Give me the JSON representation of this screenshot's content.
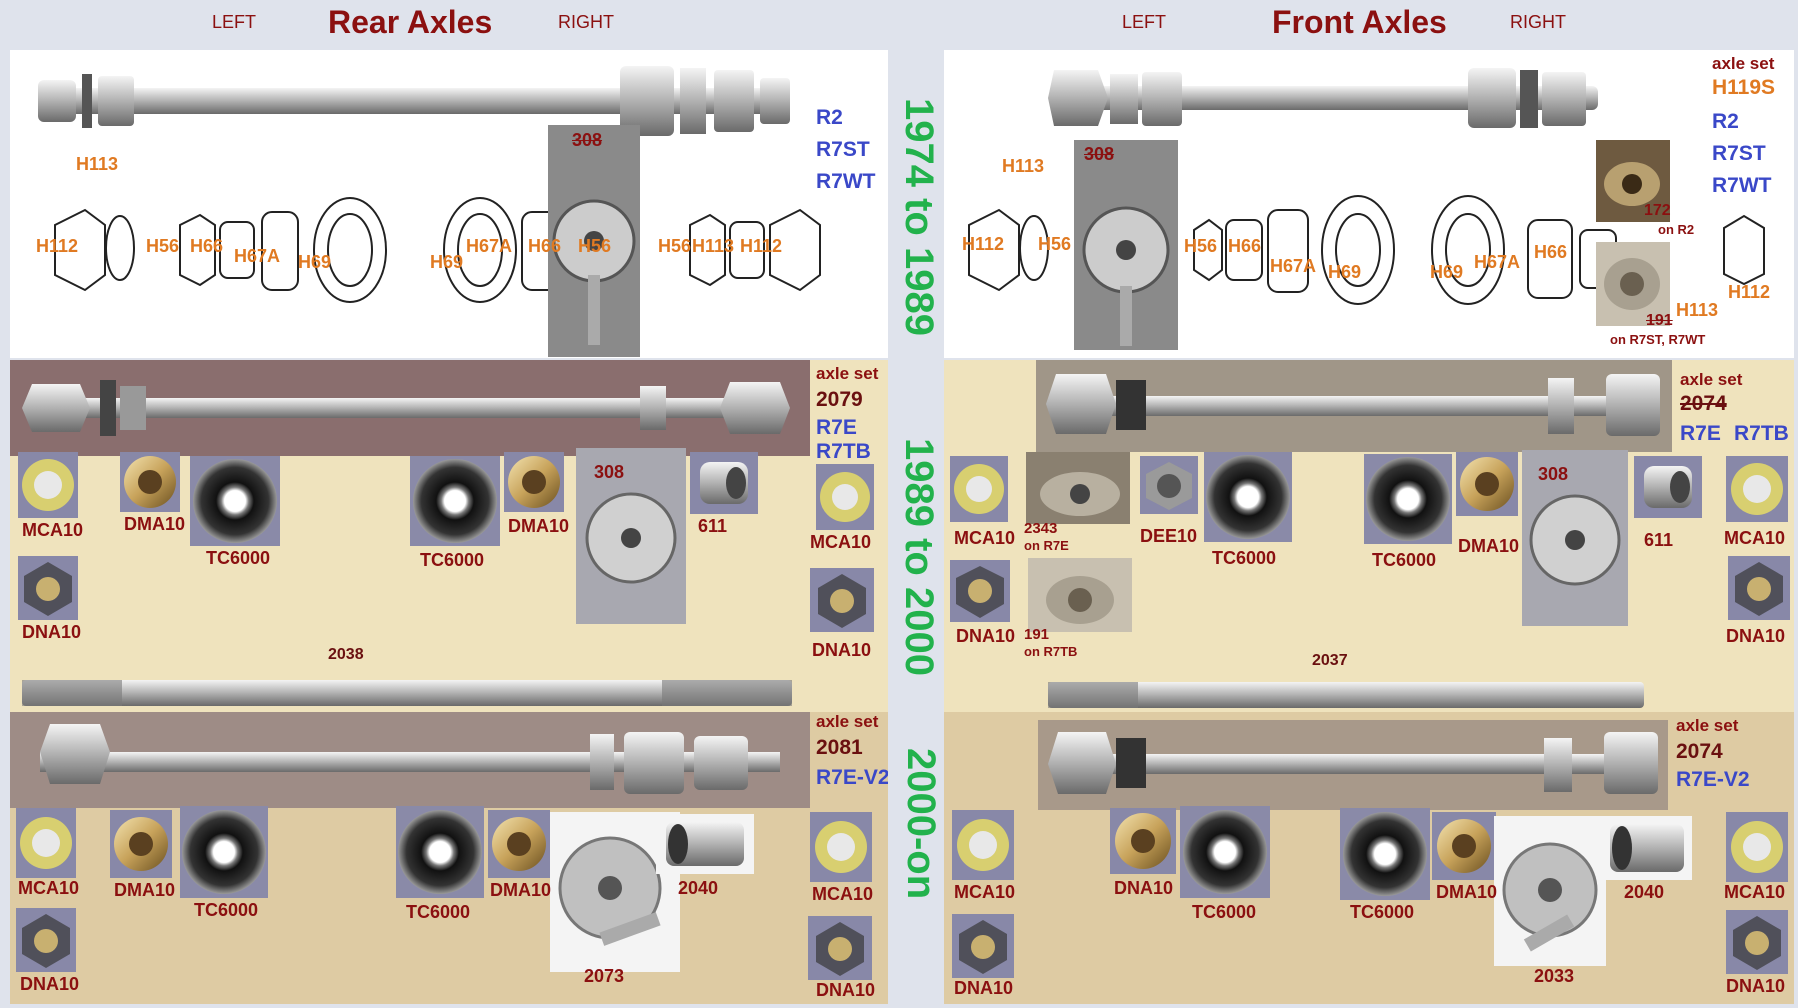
{
  "headers": {
    "rear": {
      "left": "LEFT",
      "title": "Rear Axles",
      "right": "RIGHT"
    },
    "front": {
      "left": "LEFT",
      "title": "Front Axles",
      "right": "RIGHT"
    }
  },
  "years": {
    "y1": "1974 to 1989",
    "y2": "1989 to 2000",
    "y3": "2000-on"
  },
  "rear": {
    "s1": {
      "models": [
        "R2",
        "R7ST",
        "R7WT"
      ],
      "parts": {
        "h113": "H113",
        "h112": "H112",
        "h56a": "H56",
        "h66a": "H66",
        "h67a1": "H67A",
        "h69a": "H69",
        "h69b": "H69",
        "h67a2": "H67A",
        "h66b": "H66",
        "h56b": "H56",
        "p308": "308",
        "h56c": "H56",
        "h113b": "H113",
        "h112b": "H112"
      }
    },
    "s2": {
      "axle_set_label": "axle set",
      "set": "2079",
      "models": [
        "R7E",
        "R7TB"
      ],
      "parts": {
        "mca1": "MCA10",
        "dma1": "DMA10",
        "tc1": "TC6000",
        "tc2": "TC6000",
        "dma2": "DMA10",
        "p308": "308",
        "p611": "611",
        "mca2": "MCA10",
        "dna1": "DNA10",
        "dna2": "DNA10",
        "p2038": "2038"
      }
    },
    "s3": {
      "axle_set_label": "axle set",
      "set": "2081",
      "models": [
        "R7E-V2"
      ],
      "parts": {
        "mca1": "MCA10",
        "dma1": "DMA10",
        "tc1": "TC6000",
        "tc2": "TC6000",
        "dma2": "DMA10",
        "p2040": "2040",
        "mca2": "MCA10",
        "dna1": "DNA10",
        "p2073": "2073",
        "dna2": "DNA10"
      }
    }
  },
  "front": {
    "s1": {
      "axle_set_label": "axle set",
      "set": "H119S",
      "models": [
        "R2",
        "R7ST",
        "R7WT"
      ],
      "parts": {
        "h113": "H113",
        "h112": "H112",
        "h56a": "H56",
        "p308": "308",
        "h56b": "H56",
        "h66a": "H66",
        "h67a1": "H67A",
        "h69a": "H69",
        "h69b": "H69",
        "h67a2": "H67A",
        "h66b": "H66",
        "p172": "172",
        "p172note": "on R2",
        "p191": "191",
        "p191note": "on R7ST, R7WT",
        "h113b": "H113",
        "h112b": "H112"
      }
    },
    "s2": {
      "axle_set_label": "axle set",
      "set": "2074",
      "models": [
        "R7E",
        "R7TB"
      ],
      "parts": {
        "mca1": "MCA10",
        "p2343": "2343",
        "p2343note": "on R7E",
        "dee": "DEE10",
        "tc1": "TC6000",
        "tc2": "TC6000",
        "dma": "DMA10",
        "p308": "308",
        "p611": "611",
        "mca2": "MCA10",
        "dna1": "DNA10",
        "p191": "191",
        "p191note": "on R7TB",
        "dna2": "DNA10",
        "p2037": "2037"
      }
    },
    "s3": {
      "axle_set_label": "axle set",
      "set": "2074",
      "models": [
        "R7E-V2"
      ],
      "parts": {
        "mca1": "MCA10",
        "dna1": "DNA10",
        "tc1": "TC6000",
        "tc2": "TC6000",
        "dma": "DMA10",
        "p2040": "2040",
        "mca2": "MCA10",
        "dna2": "DNA10",
        "p2033": "2033",
        "dna3": "DNA10"
      }
    }
  },
  "colors": {
    "orange": "#e07a22",
    "dark_red": "#8b1010",
    "blue": "#3a48c8",
    "green": "#22b24c",
    "tan_light": "#efe3bd",
    "tan_dark": "#decba3"
  }
}
